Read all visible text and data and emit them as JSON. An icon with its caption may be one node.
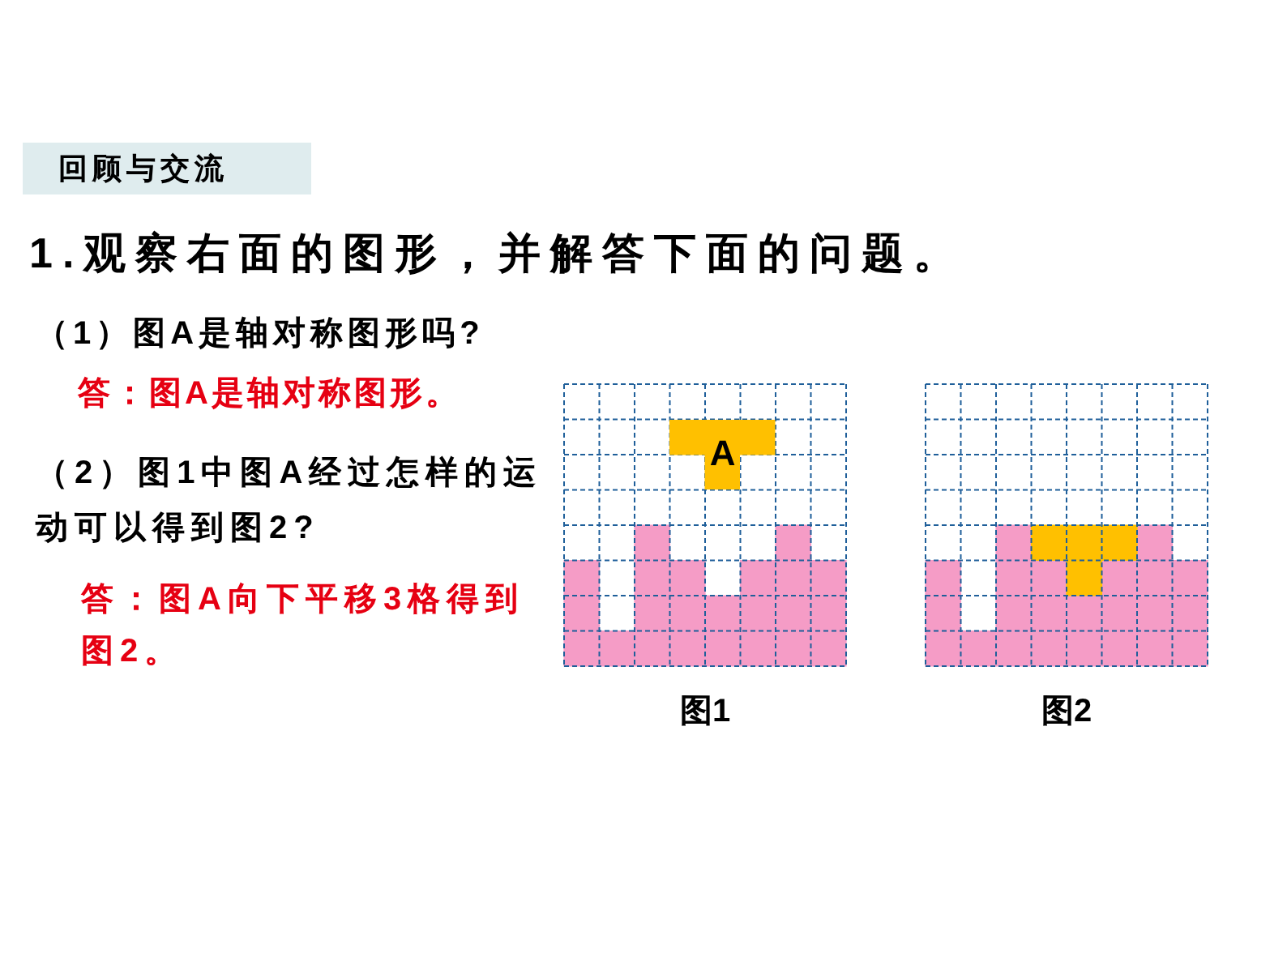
{
  "diagram": {
    "nodes": [
      {
        "text": [
          "回顾与交流"
        ]
      },
      {
        "text": [],
        "shape": "grid",
        "beside": [
          "图1"
        ]
      },
      {
        "text": [
          "A"
        ],
        "in": 1
      },
      {
        "text": [],
        "shape": "grid",
        "beside": [
          "图2"
        ]
      }
    ],
    "labels": [
      "1.观察右面的图形，并解答下面的问题。",
      "（1）图A是轴对称图形吗?",
      "答：图A是轴对称图形。",
      "（2）图1中图A经过怎样的运动可以得到图2?",
      "答：图A向下平移3格得到图2。"
    ]
  }
}
